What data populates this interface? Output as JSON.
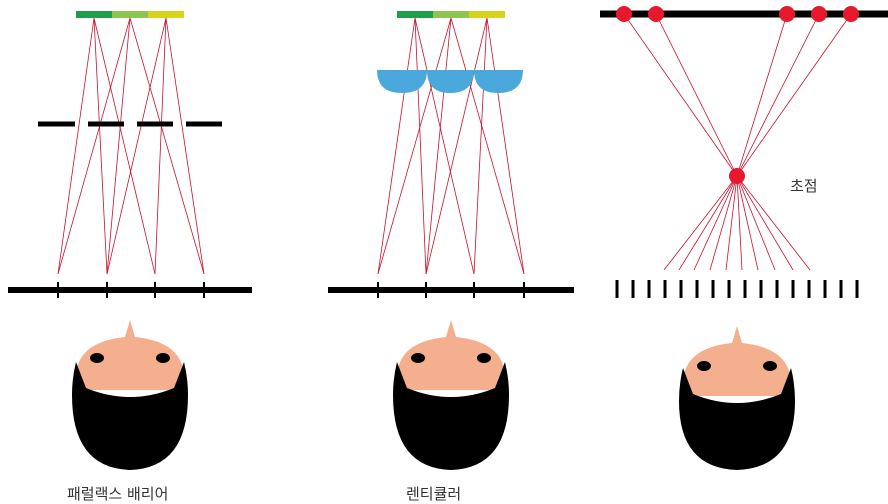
{
  "labels": {
    "parallax_barrier": "패럴랙스 배리어",
    "lenticular": "렌티큘러",
    "focal_point": "초점"
  },
  "colors": {
    "ray": "#c8102e",
    "line": "#000000",
    "skin": "#f4b08e",
    "hair": "#000000",
    "lens": "#4aa8dd",
    "dot": "#e8192c",
    "display_segments": [
      "#1f9e4a",
      "#8dc454",
      "#d9d21f"
    ]
  }
}
